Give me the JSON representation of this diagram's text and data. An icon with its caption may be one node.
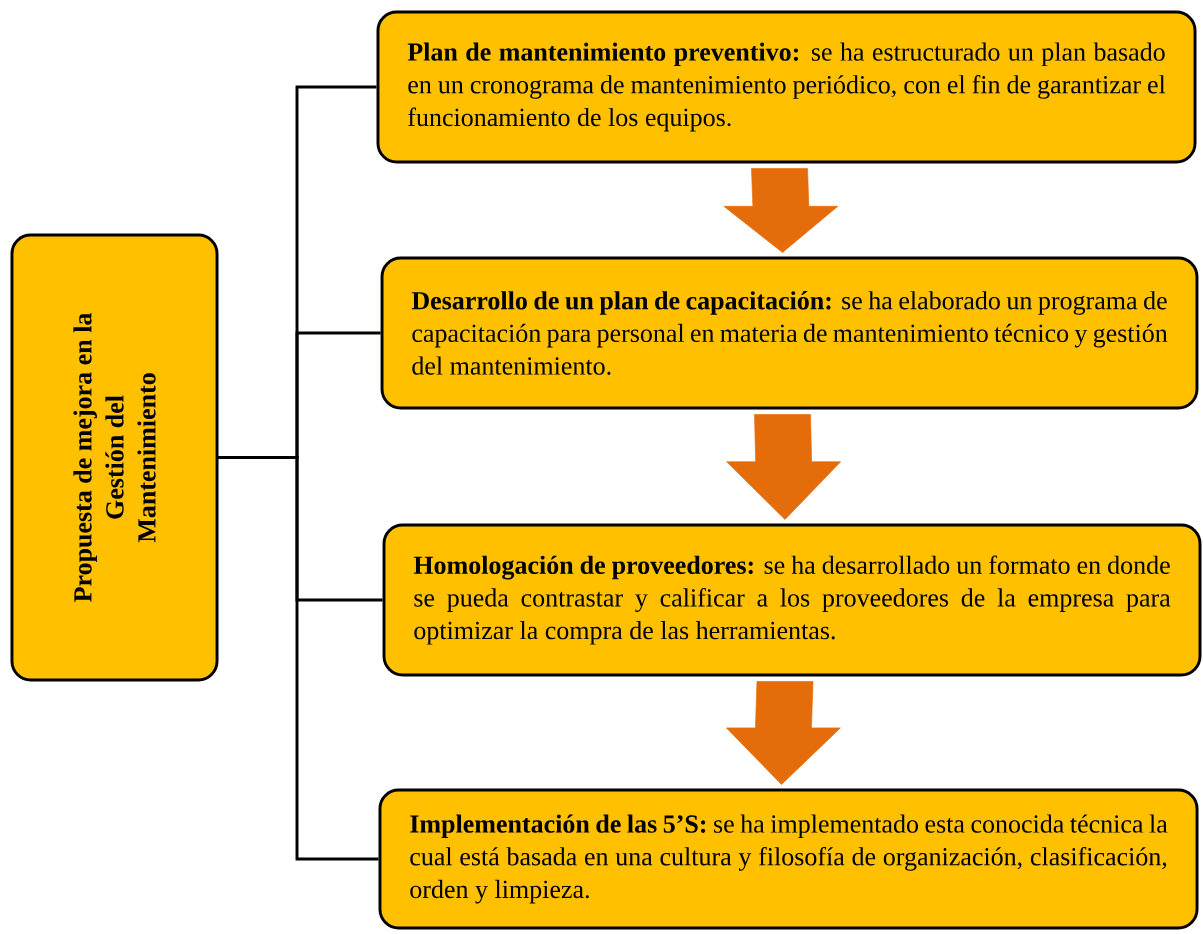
{
  "diagram": {
    "nodes": [
      {
        "text": [
          "Propuesta de mejora en la Gestión del Mantenimiento"
        ]
      },
      {
        "text": [
          "**Plan de mantenimiento preventivo:** se ha estructurado un plan basado en un cronograma de mantenimiento periódico, con el fin de garantizar el funcionamiento de los equipos."
        ]
      },
      {
        "text": [
          "**Desarrollo de un plan de capacitación:** se ha elaborado un programa de capacitación para personal en materia de mantenimiento técnico y gestión del mantenimiento."
        ]
      },
      {
        "text": [
          "**Homologación de proveedores:** se ha desarrollado un formato en donde se pueda contrastar y calificar a los proveedores de la empresa para optimizar la compra de las herramientas."
        ]
      },
      {
        "text": [
          "**Implementación de las 5’S:** se ha implementado esta conocida técnica la cual está basada en una cultura y filosofía de organización, clasificación, orden y limpieza."
        ]
      }
    ],
    "edges": [
      {
        "from": 0,
        "to": 1,
        "arrow": "none"
      },
      {
        "from": 0,
        "to": 2,
        "arrow": "none"
      },
      {
        "from": 0,
        "to": 3,
        "arrow": "none"
      },
      {
        "from": 0,
        "to": 4,
        "arrow": "none"
      },
      {
        "from": 1,
        "to": 2,
        "arrow": "to",
        "style": "thick",
        "color": "#e46c0a"
      },
      {
        "from": 2,
        "to": 3,
        "arrow": "to",
        "style": "thick",
        "color": "#e46c0a"
      },
      {
        "from": 3,
        "to": 4,
        "arrow": "to",
        "style": "thick",
        "color": "#e46c0a"
      }
    ]
  }
}
